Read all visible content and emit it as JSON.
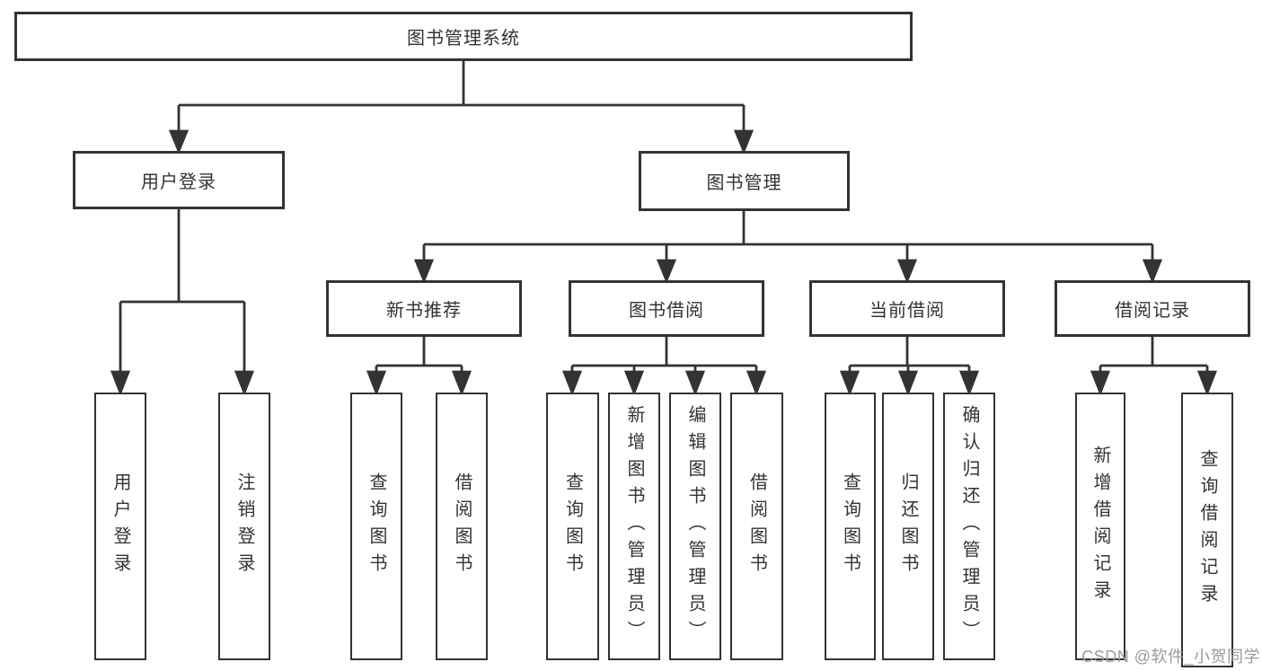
{
  "diagram": {
    "root": {
      "label": "图书管理系统"
    },
    "level2": [
      {
        "label": "用户登录"
      },
      {
        "label": "图书管理"
      }
    ],
    "level3": [
      {
        "label": "新书推荐",
        "parent": "图书管理"
      },
      {
        "label": "图书借阅",
        "parent": "图书管理"
      },
      {
        "label": "当前借阅",
        "parent": "图书管理"
      },
      {
        "label": "借阅记录",
        "parent": "图书管理"
      }
    ],
    "leaves": [
      {
        "label": "用户登录",
        "parent": "用户登录"
      },
      {
        "label": "注销登录",
        "parent": "用户登录"
      },
      {
        "label": "查询图书",
        "parent": "新书推荐"
      },
      {
        "label": "借阅图书",
        "parent": "新书推荐"
      },
      {
        "label": "查询图书",
        "parent": "图书借阅"
      },
      {
        "label": "新增图书（管理员）",
        "parent": "图书借阅"
      },
      {
        "label": "编辑图书（管理员）",
        "parent": "图书借阅"
      },
      {
        "label": "借阅图书",
        "parent": "图书借阅"
      },
      {
        "label": "查询图书",
        "parent": "当前借阅"
      },
      {
        "label": "归还图书",
        "parent": "当前借阅"
      },
      {
        "label": "确认归还（管理员）",
        "parent": "当前借阅"
      },
      {
        "label": "新增借阅记录",
        "parent": "借阅记录"
      },
      {
        "label": "查询借阅记录",
        "parent": "借阅记录"
      }
    ]
  },
  "watermark": {
    "text": "CSDN @软件_小贺同学"
  },
  "colors": {
    "line": "#333333",
    "box_background": "#ffffff",
    "text": "#333333",
    "watermark": "#9a9a9a"
  }
}
